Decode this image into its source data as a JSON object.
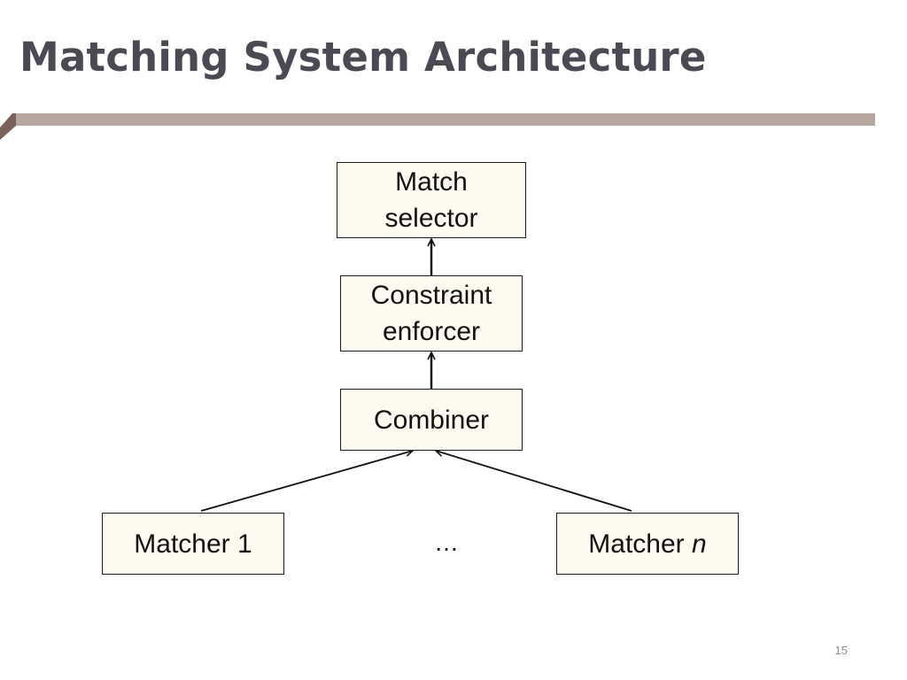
{
  "title": "Matching System Architecture",
  "page_number": "15",
  "diagram": {
    "match_selector": [
      "Match",
      "selector"
    ],
    "constraint_enforcer": [
      "Constraint",
      "enforcer"
    ],
    "combiner": "Combiner",
    "matcher_1": "Matcher 1",
    "ellipsis": "…",
    "matcher_n": {
      "prefix": "Matcher ",
      "var": "n"
    }
  },
  "colors": {
    "title_text": "#4a4a54",
    "rule": "#b5a7a0",
    "rule_corner": "#7a6258",
    "box_fill": "#fdfaf0",
    "box_border": "#1a1a1a"
  }
}
